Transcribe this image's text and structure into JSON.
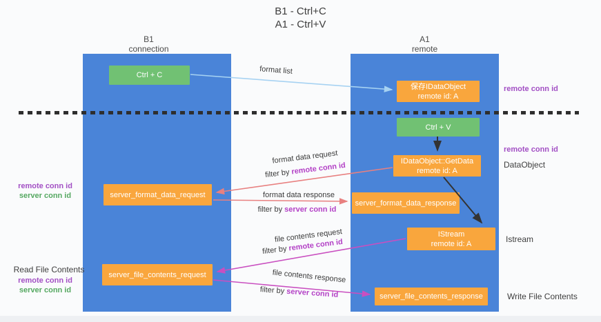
{
  "title": {
    "line1": "B1 - Ctrl+C",
    "line2": "A1 - Ctrl+V"
  },
  "lanes": {
    "left": {
      "name": "B1",
      "role": "connection"
    },
    "right": {
      "name": "A1",
      "role": "remote"
    }
  },
  "nodes": {
    "ctrl_c": {
      "label": "Ctrl + C"
    },
    "save_dataobject": {
      "line1": "保存IDataObject",
      "line2": "remote id: A"
    },
    "ctrl_v": {
      "label": "Ctrl + V"
    },
    "getdata": {
      "line1": "IDataObject::GetData",
      "line2": "remote id: A"
    },
    "format_request": {
      "label": "server_format_data_request"
    },
    "format_response": {
      "label": "server_format_data_response"
    },
    "istream": {
      "line1": "IStream",
      "line2": "remote id: A"
    },
    "file_request": {
      "label": "server_file_contents_request"
    },
    "file_response": {
      "label": "server_file_contents_response"
    }
  },
  "side_labels": {
    "right_remote_conn_id_top": "remote conn id",
    "right_remote_conn_id_mid": "remote conn id",
    "right_dataobject": "DataObject",
    "right_istream": "Istream",
    "right_write_file": "Write File Contents",
    "left_remote_conn_id_1": "remote conn id",
    "left_server_conn_id_1": "server conn id",
    "left_read_file": "Read File Contents",
    "left_remote_conn_id_2": "remote conn id",
    "left_server_conn_id_2": "server conn id"
  },
  "arrow_labels": {
    "format_list": "format list",
    "format_data_request": "format data request",
    "filter_remote_1": {
      "prefix": "filter by",
      "highlight": "remote conn id"
    },
    "format_data_response": "format data response",
    "filter_server_1": {
      "prefix": "filter by",
      "highlight": "server conn id"
    },
    "file_contents_request": "file contents request",
    "filter_remote_2": {
      "prefix": "filter by",
      "highlight": "remote conn id"
    },
    "file_contents_response": "file contents response",
    "filter_server_2": {
      "prefix": "filter by",
      "highlight": "server conn id"
    }
  },
  "colors": {
    "lane_blue": "#4a84d8",
    "node_green": "#71c173",
    "node_orange": "#f9a63d",
    "label_purple": "#a24fc4",
    "label_green": "#55a861",
    "highlight_magenta": "#b341c6",
    "arrow_salmon": "#e88080",
    "arrow_magenta": "#c94fc0",
    "arrow_lightblue": "#a6d2f2",
    "arrow_black": "#333333",
    "divider_black": "#2e2e2e"
  }
}
